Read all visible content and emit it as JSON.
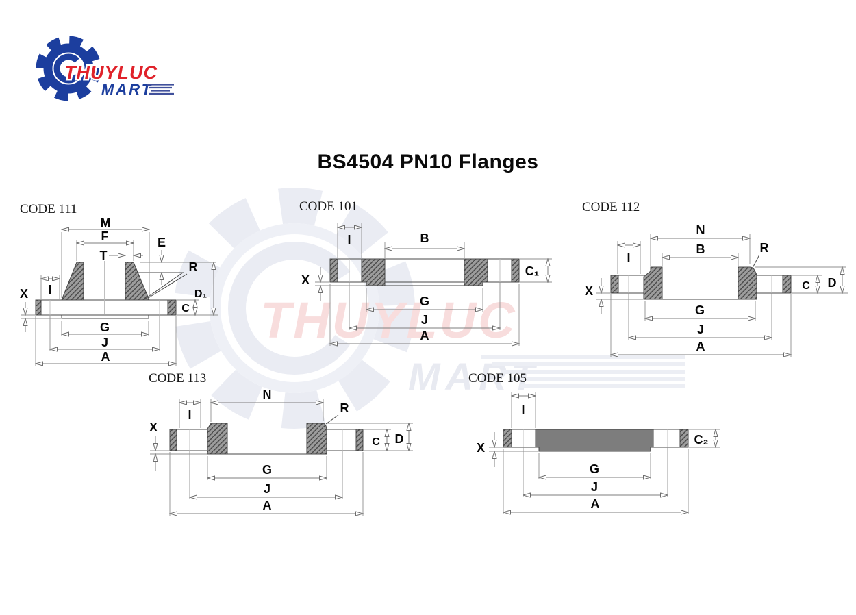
{
  "title": "BS4504 PN10 Flanges",
  "logo": {
    "brand": "THUYLUC",
    "sub": "MART",
    "gear_color": "#1c3e9e",
    "brand_color": "#e0222a",
    "sub_color": "#1d3f9e"
  },
  "watermark": {
    "brand": "THUYLUC",
    "sub": "MART",
    "gear_color": "#e9ebf2",
    "brand_color": "#f8dddd",
    "sub_color": "#e8eaf1"
  },
  "drawing_colors": {
    "outline": "#474747",
    "dimension_line": "#7d7d7d",
    "hatch_fill": "#9c9c9c",
    "hatch_stroke": "#4a4a4a",
    "blind_center_fill": "#7d7d7d"
  },
  "diagrams": [
    {
      "code_label": "CODE 111",
      "labels": {
        "M": "M",
        "F": "F",
        "T": "T",
        "E": "E",
        "R": "R",
        "D1": "D₁",
        "X": "X",
        "I": "I",
        "C": "C",
        "G": "G",
        "J": "J",
        "A": "A"
      }
    },
    {
      "code_label": "CODE 101",
      "labels": {
        "I": "I",
        "B": "B",
        "X": "X",
        "C1": "C₁",
        "G": "G",
        "J": "J",
        "A": "A"
      }
    },
    {
      "code_label": "CODE 112",
      "labels": {
        "N": "N",
        "B": "B",
        "R": "R",
        "I": "I",
        "X": "X",
        "C": "C",
        "D": "D",
        "G": "G",
        "J": "J",
        "A": "A"
      }
    },
    {
      "code_label": "CODE 113",
      "labels": {
        "N": "N",
        "R": "R",
        "I": "I",
        "X": "X",
        "C": "C",
        "D": "D",
        "G": "G",
        "J": "J",
        "A": "A"
      }
    },
    {
      "code_label": "CODE 105",
      "labels": {
        "I": "I",
        "X": "X",
        "C2": "C₂",
        "G": "G",
        "J": "J",
        "A": "A"
      }
    }
  ]
}
